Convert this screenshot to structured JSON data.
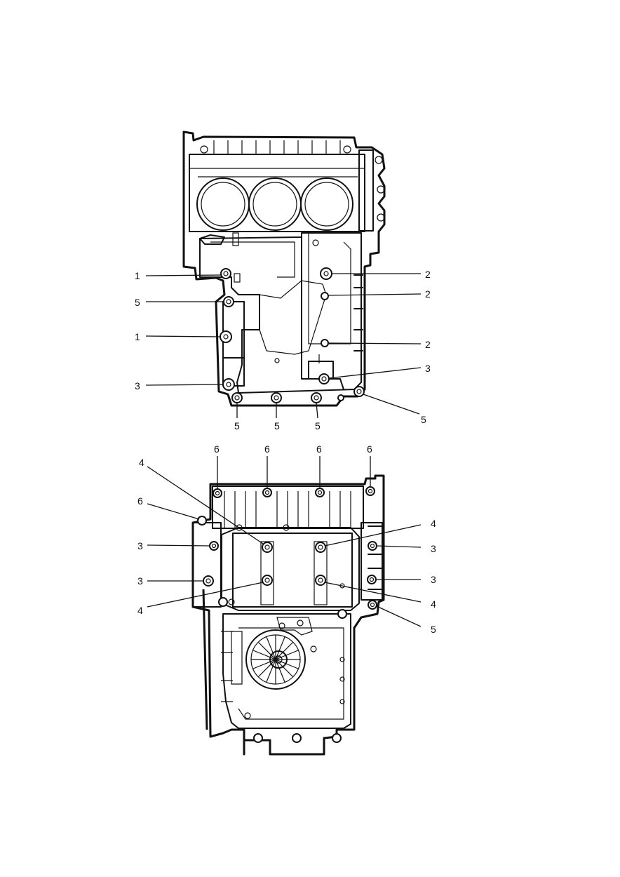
{
  "figure": {
    "upper_view": {
      "callouts": [
        {
          "id": "u1a",
          "label": "1"
        },
        {
          "id": "u5a",
          "label": "5"
        },
        {
          "id": "u1b",
          "label": "1"
        },
        {
          "id": "u3a",
          "label": "3"
        },
        {
          "id": "u2a",
          "label": "2"
        },
        {
          "id": "u2b",
          "label": "2"
        },
        {
          "id": "u2c",
          "label": "2"
        },
        {
          "id": "u3b",
          "label": "3"
        },
        {
          "id": "u5b",
          "label": "5"
        },
        {
          "id": "u5c",
          "label": "5"
        },
        {
          "id": "u5d",
          "label": "5"
        },
        {
          "id": "u5e",
          "label": "5"
        }
      ]
    },
    "lower_view": {
      "callouts": [
        {
          "id": "l6a",
          "label": "6"
        },
        {
          "id": "l6b",
          "label": "6"
        },
        {
          "id": "l6c",
          "label": "6"
        },
        {
          "id": "l6d",
          "label": "6"
        },
        {
          "id": "l4a",
          "label": "4"
        },
        {
          "id": "l6e",
          "label": "6"
        },
        {
          "id": "l3a",
          "label": "3"
        },
        {
          "id": "l3b",
          "label": "3"
        },
        {
          "id": "l4b",
          "label": "4"
        },
        {
          "id": "l4c",
          "label": "4"
        },
        {
          "id": "l3c",
          "label": "3"
        },
        {
          "id": "l3d",
          "label": "3"
        },
        {
          "id": "l4d",
          "label": "4"
        },
        {
          "id": "l5a",
          "label": "5"
        }
      ]
    }
  }
}
